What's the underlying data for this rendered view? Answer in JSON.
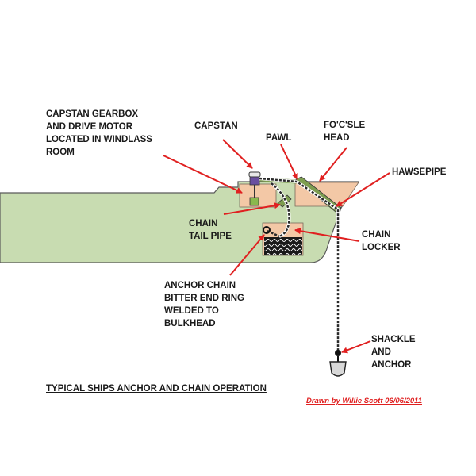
{
  "labels": {
    "capstan_gearbox": [
      "CAPSTAN GEARBOX",
      "AND DRIVE MOTOR",
      "LOCATED IN WINDLASS",
      "ROOM"
    ],
    "capstan": [
      "CAPSTAN"
    ],
    "pawl": [
      "PAWL"
    ],
    "focsle_head": [
      "FO'C'SLE",
      "HEAD"
    ],
    "hawsepipe": [
      "HAWSEPIPE"
    ],
    "chain_tail_pipe": [
      "CHAIN",
      "TAIL PIPE"
    ],
    "chain_locker": [
      "CHAIN",
      "LOCKER"
    ],
    "anchor_chain_ring": [
      "ANCHOR CHAIN",
      "BITTER END RING",
      "WELDED TO",
      "BULKHEAD"
    ],
    "shackle_anchor": [
      "SHACKLE",
      "AND",
      "ANCHOR"
    ]
  },
  "title": "TYPICAL SHIPS ANCHOR AND CHAIN OPERATION",
  "credit": "Drawn by Willie Scott 06/06/2011",
  "colors": {
    "hull": "#c8dcb1",
    "outline": "#5a5a5a",
    "compartment": "#f3c8a6",
    "arrow": "#e02020",
    "pipe": "#7d9d50",
    "chain": "#2a2a2a",
    "capstan_body": "#6a4fa0",
    "gearbox": "#8ab84e",
    "credit": "#e02020"
  }
}
